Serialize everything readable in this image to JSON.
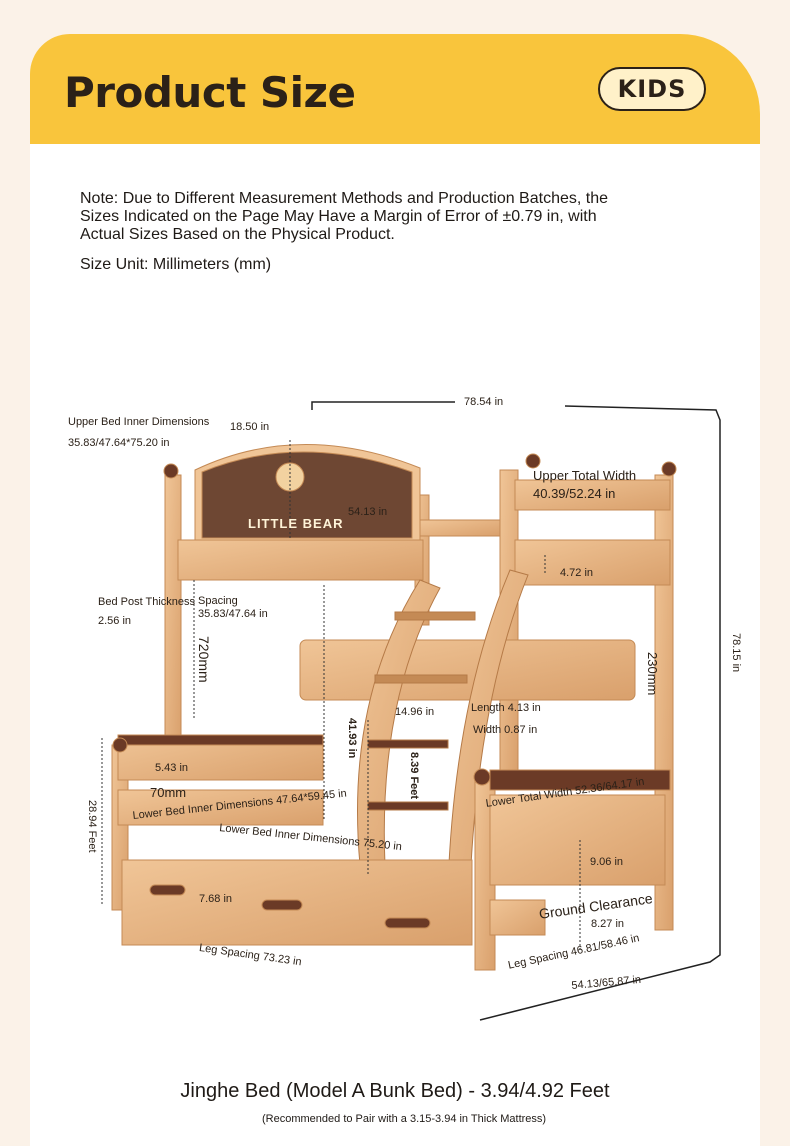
{
  "header": {
    "title": "Product Size",
    "badge": "KIDS"
  },
  "note": {
    "text": "Note: Due to Different Measurement Methods and Production Batches, the Sizes Indicated on the Page May Have a Margin of Error of ±0.79 in, with Actual Sizes Based on the Physical Product.",
    "unit": "Size Unit: Millimeters (mm)"
  },
  "diagram": {
    "headboard_text": "LITTLE BEAR",
    "labels": {
      "total_length": "78.54 in",
      "upper_inner_title": "Upper Bed Inner Dimensions",
      "upper_inner_value": "35.83/47.64*75.20 in",
      "headboard_height": "18.50 in",
      "headboard_width": "54.13 in",
      "upper_total_width_title": "Upper Total Width",
      "upper_total_width_value": "40.39/52.24 in",
      "rail_gap": "4.72 in",
      "bed_post_title": "Bed Post Thickness",
      "bed_post_value": "2.56 in",
      "spacing_title": "Spacing",
      "spacing_value": "35.83/47.64 in",
      "under_height": "720mm",
      "guardrail_height": "230mm",
      "total_height": "78.15 in",
      "step_width": "14.96 in",
      "step_length": "Length 4.13 in",
      "step_thick": "Width 0.87 in",
      "ladder_height": "41.93 in",
      "step_spacing": "8.39 Feet",
      "lower_rail": "5.43 in",
      "lower_gap": "70mm",
      "lower_height": "28.94 Feet",
      "lower_inner_1": "Lower Bed Inner Dimensions 47.64*59.45 in",
      "lower_inner_2": "Lower Bed Inner Dimensions 75.20 in",
      "lower_total_width": "Lower Total Width 52.36/64.17 in",
      "foot_height": "9.06 in",
      "drawer_height": "7.68 in",
      "ground_clearance_title": "Ground Clearance",
      "ground_clearance_value": "8.27 in",
      "leg_spacing_long": "Leg Spacing 73.23 in",
      "leg_spacing_short": "Leg Spacing 46.81/58.46 in",
      "base_width": "54.13/65.87 in"
    }
  },
  "footer": {
    "caption": "Jinghe Bed (Model A Bunk Bed) - 3.94/4.92 Feet",
    "sub": "(Recommended to Pair with a 3.15-3.94 in Thick Mattress)"
  },
  "colors": {
    "accent": "#f9c53c",
    "wood": "#e8b98a",
    "walnut": "#6b3a26"
  }
}
